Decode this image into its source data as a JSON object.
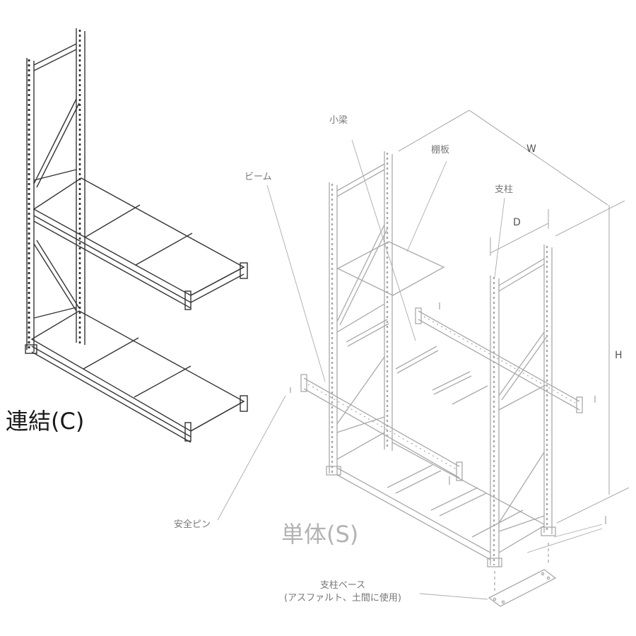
{
  "labels": {
    "beam_small": "小梁",
    "shelf_board": "棚板",
    "beam": "ビーム",
    "post": "支柱",
    "width_dim": "W",
    "depth_dim": "D",
    "height_dim": "H",
    "safety_pin": "安全ピン",
    "connected": "連結(C)",
    "single": "単体(S)",
    "post_base": "支柱ベース",
    "post_base_note": "(アスファルト、土間に使用)"
  }
}
